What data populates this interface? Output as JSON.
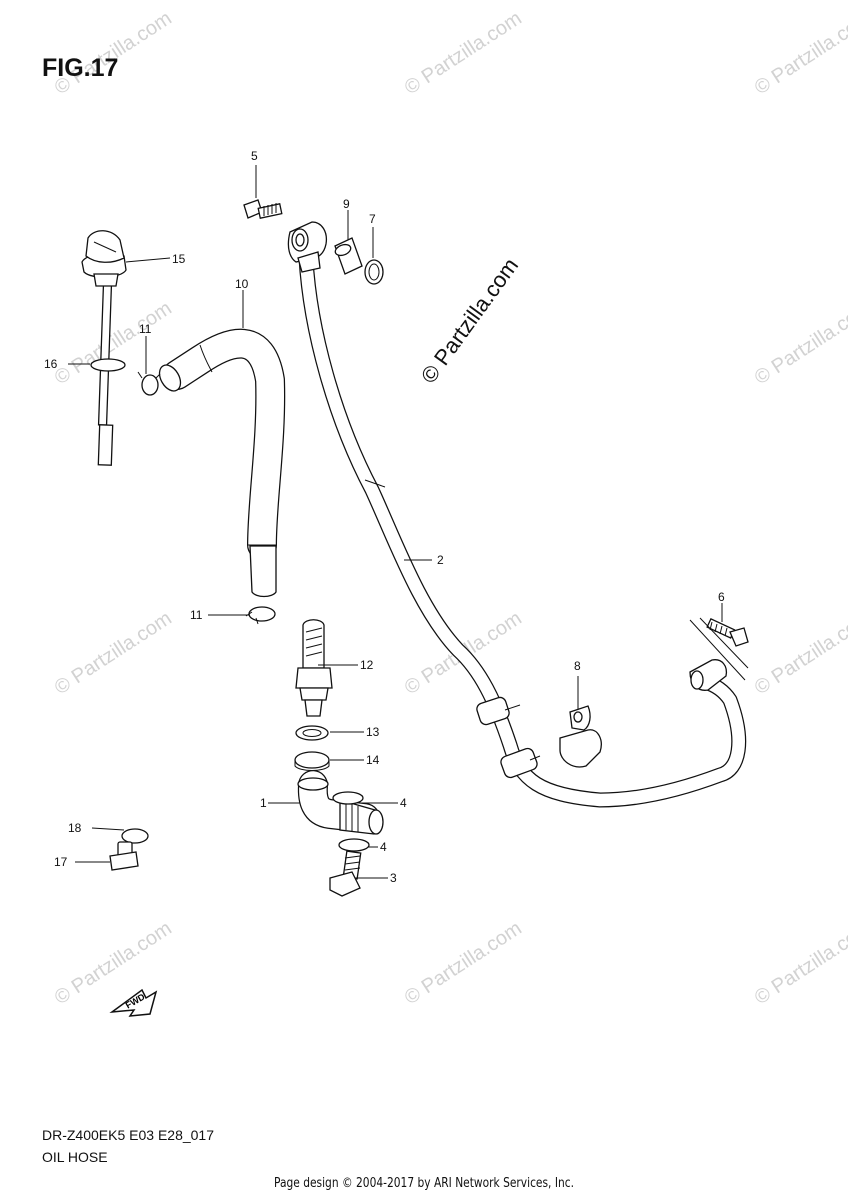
{
  "figure": {
    "title": "FIG.17",
    "model_code": "DR-Z400EK5 E03 E28_017",
    "section_name": "OIL HOSE",
    "footer": "Page design © 2004-2017 by ARI Network Services, Inc."
  },
  "watermark": {
    "text": "© Partzilla.com",
    "main_text": "© Partzilla.com"
  },
  "fwd_label": "FWD",
  "callouts": [
    {
      "id": "1",
      "label": "1"
    },
    {
      "id": "2",
      "label": "2"
    },
    {
      "id": "3",
      "label": "3"
    },
    {
      "id": "4a",
      "label": "4"
    },
    {
      "id": "4b",
      "label": "4"
    },
    {
      "id": "5",
      "label": "5"
    },
    {
      "id": "6",
      "label": "6"
    },
    {
      "id": "7",
      "label": "7"
    },
    {
      "id": "8",
      "label": "8"
    },
    {
      "id": "9",
      "label": "9"
    },
    {
      "id": "10",
      "label": "10"
    },
    {
      "id": "11a",
      "label": "11"
    },
    {
      "id": "11b",
      "label": "11"
    },
    {
      "id": "12",
      "label": "12"
    },
    {
      "id": "13",
      "label": "13"
    },
    {
      "id": "14",
      "label": "14"
    },
    {
      "id": "15",
      "label": "15"
    },
    {
      "id": "16",
      "label": "16"
    },
    {
      "id": "17",
      "label": "17"
    },
    {
      "id": "18",
      "label": "18"
    }
  ]
}
